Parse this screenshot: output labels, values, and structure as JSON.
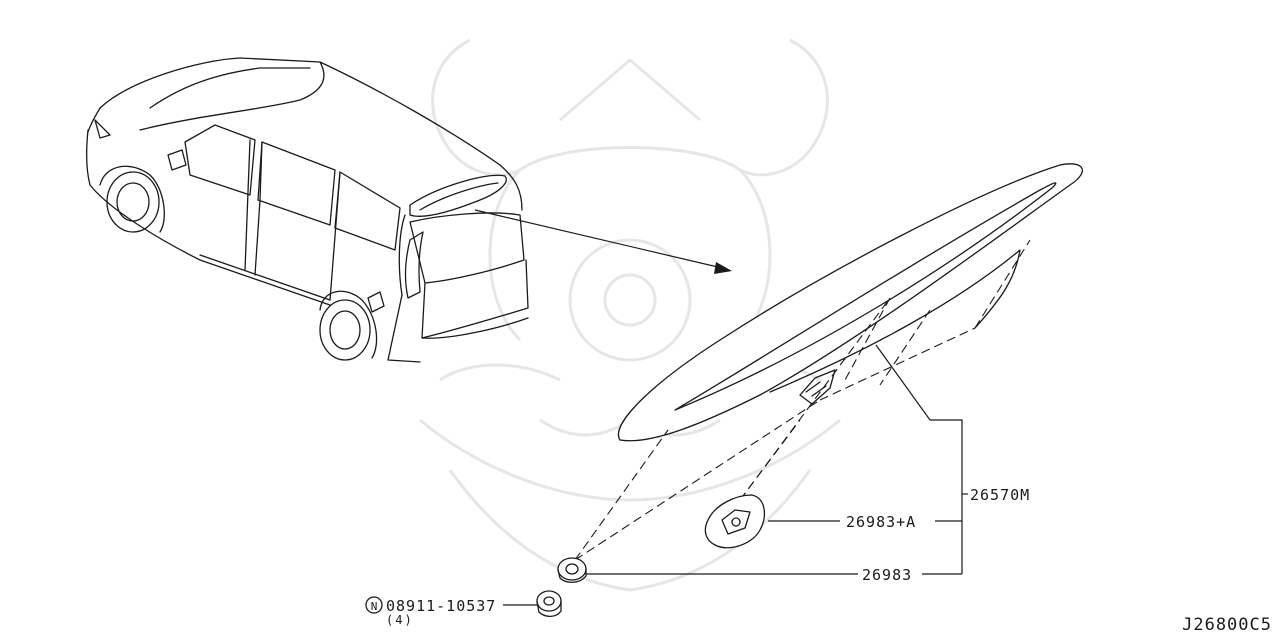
{
  "diagram": {
    "part_labels": {
      "main_part": "26570M",
      "grommet_a": "26983+A",
      "grommet": "26983",
      "nut_symbol": "N",
      "nut": "08911-10537",
      "nut_qty": "(4)"
    },
    "diagram_code": "J26800C5",
    "colors": {
      "ink": "#1a1a1a",
      "watermark": "#e6e6e6",
      "background": "#ffffff"
    }
  }
}
